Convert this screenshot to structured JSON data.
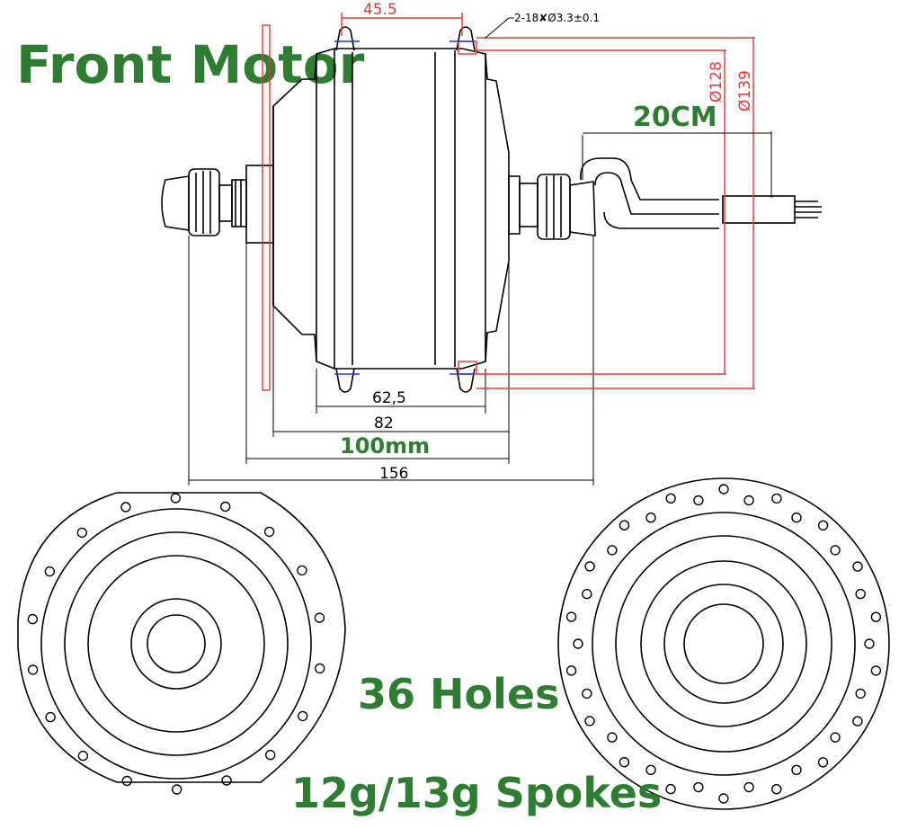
{
  "title": "Front Motor",
  "labels": {
    "holes": "36 Holes",
    "spokes": "12g/13g  Spokes",
    "cable_length": "20CM"
  },
  "dimensions": {
    "flange_spacing": "45.5",
    "hole_spec": "2-18✘Ø3.3±0.1",
    "pcd_inner": "Ø128",
    "pcd_outer": "Ø139",
    "shell_width": "62,5",
    "body_width": "82",
    "dropout_spacing": "100mm",
    "axle_length": "156"
  },
  "colors": {
    "title_green": "#2e7d32",
    "dimension_red": "#e53935",
    "hole_blue": "#1e3fbf",
    "line": "#000000"
  }
}
